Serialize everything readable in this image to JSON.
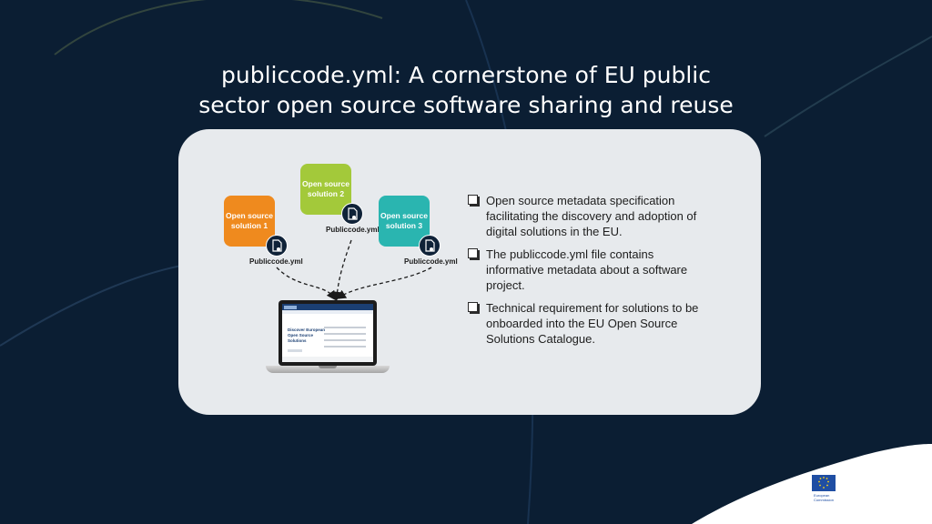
{
  "slide": {
    "title_line1": "publiccode.yml: A cornerstone of EU public",
    "title_line2": "sector open source software sharing and reuse"
  },
  "diagram": {
    "solutions": [
      {
        "line1": "Open source",
        "line2": "solution 1",
        "file": "Publiccode.yml",
        "color": "#ef8a1e"
      },
      {
        "line1": "Open source",
        "line2": "solution 2",
        "file": "Publiccode.yml",
        "color": "#a3c93a"
      },
      {
        "line1": "Open source",
        "line2": "solution 3",
        "file": "Publiccode.yml",
        "color": "#2ab5b0"
      }
    ],
    "catalogue_screen": {
      "heading_line1": "Discover European",
      "heading_line2": "Open Source",
      "heading_line3": "Solutions"
    }
  },
  "bullets": [
    "Open source metadata specification facilitating the discovery and adoption of digital solutions in the EU.",
    "The publiccode.yml file contains informative metadata about a software project.",
    "Technical requirement for solutions to be onboarded into the EU Open Source Solutions Catalogue."
  ],
  "footer_logo": {
    "line1": "European",
    "line2": "Commission"
  },
  "colors": {
    "background": "#0b1e33",
    "panel": "#e7eaed",
    "accent_orange": "#ef8a1e",
    "accent_green": "#a3c93a",
    "accent_teal": "#2ab5b0"
  }
}
